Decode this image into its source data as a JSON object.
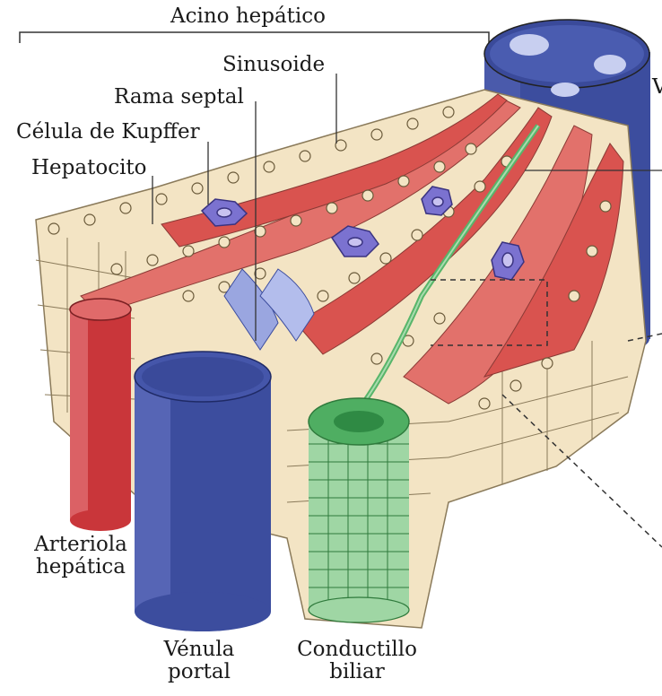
{
  "labels": {
    "acino": "Acino hepático",
    "sinusoide": "Sinusoide",
    "rama_septal": "Rama septal",
    "kupffer": "Célula de Kupffer",
    "hepatocito": "Hepatocito",
    "arteriola_line1": "Arteriola",
    "arteriola_line2": "hepática",
    "venula_line1": "Vénula",
    "venula_line2": "portal",
    "conductillo_line1": "Conductillo",
    "conductillo_line2": "biliar",
    "cut_off": "V"
  },
  "colors": {
    "hepatocyte": "#f3e4c4",
    "hepatocyte_outline": "#8a7a5a",
    "sinusoid": "#d9534f",
    "sinusoid_light": "#e98a82",
    "venule": "#3c4d9e",
    "venule_light": "#8c99d8",
    "arteriole": "#c9363a",
    "bile": "#58b56a",
    "bile_light": "#a9dcae",
    "kupffer": "#6b63c4",
    "line": "#333333"
  }
}
